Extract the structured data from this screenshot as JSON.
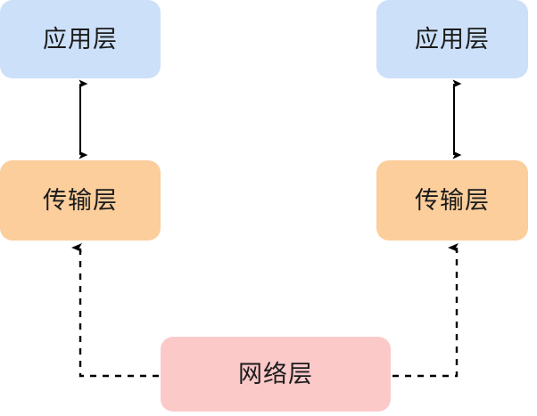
{
  "diagram": {
    "title": "network-layer-stack",
    "background": "#ffffff",
    "nodes": [
      {
        "id": "app-left",
        "label": "应用层",
        "fill": "#cce0f9",
        "text_color": "#1b1b1b"
      },
      {
        "id": "trans-left",
        "label": "传输层",
        "fill": "#fbce9c",
        "text_color": "#1b1b1b"
      },
      {
        "id": "app-right",
        "label": "应用层",
        "fill": "#cce0f9",
        "text_color": "#1b1b1b"
      },
      {
        "id": "trans-right",
        "label": "传输层",
        "fill": "#fbce9c",
        "text_color": "#1b1b1b"
      },
      {
        "id": "network",
        "label": "网络层",
        "fill": "#fcc9c9",
        "text_color": "#1b1b1b"
      }
    ],
    "edges": [
      {
        "id": "edge-app-trans-left",
        "from": "app-left",
        "to": "trans-left",
        "style": "solid",
        "arrows": "both",
        "color": "#000000"
      },
      {
        "id": "edge-app-trans-right",
        "from": "app-right",
        "to": "trans-right",
        "style": "solid",
        "arrows": "both",
        "color": "#000000"
      },
      {
        "id": "edge-network-trans-left",
        "from": "network",
        "to": "trans-left",
        "style": "dashed",
        "arrows": "end",
        "color": "#000000"
      },
      {
        "id": "edge-network-trans-right",
        "from": "network",
        "to": "trans-right",
        "style": "dashed",
        "arrows": "end",
        "color": "#000000"
      }
    ]
  }
}
